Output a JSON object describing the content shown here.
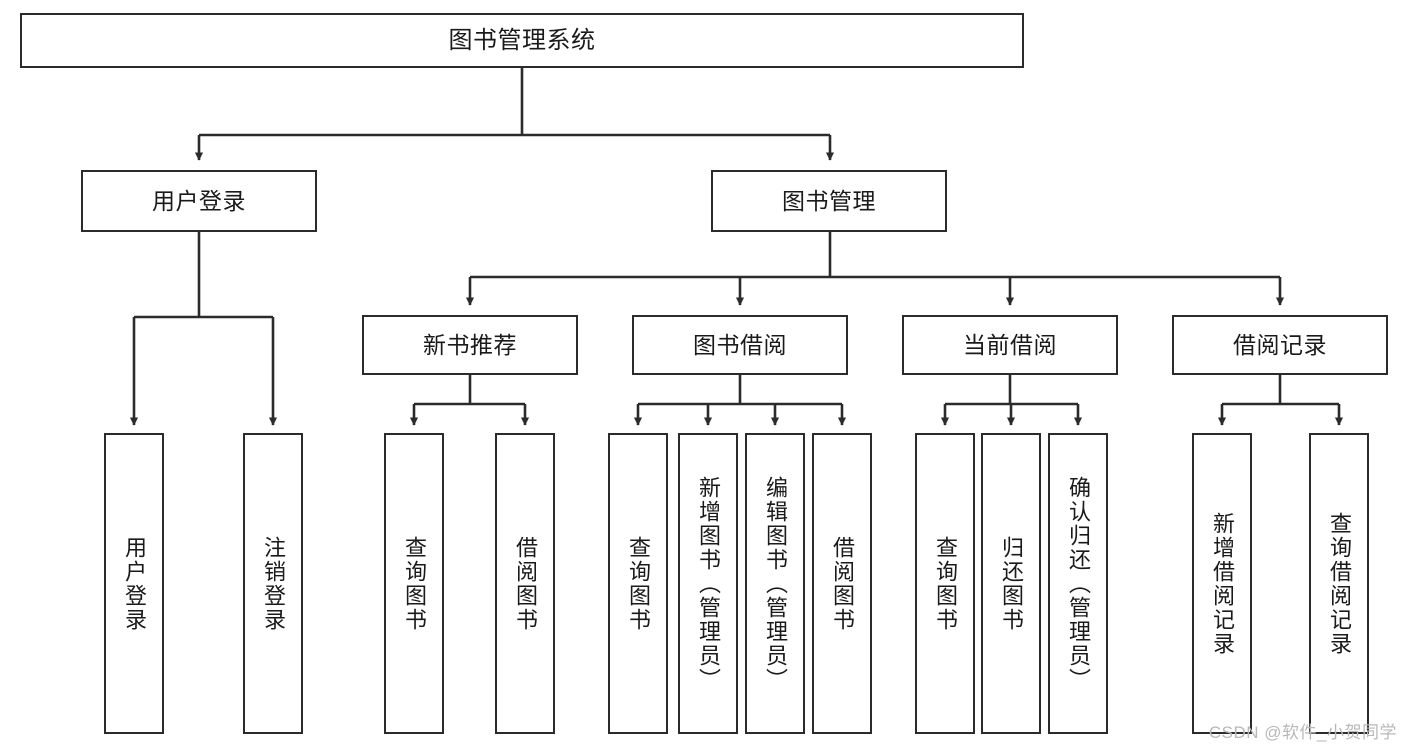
{
  "diagram": {
    "title": "图书管理系统",
    "type": "tree",
    "orientation": "top-down",
    "line_color": "#2b2b2b",
    "box_fill": "#ffffff",
    "text_color": "#1a1a1a"
  },
  "nodes": {
    "root": {
      "label": "图书管理系统"
    },
    "level1": [
      {
        "id": "user-login",
        "label": "用户登录"
      },
      {
        "id": "book-manage",
        "label": "图书管理"
      }
    ],
    "level2": [
      {
        "id": "new-book-recommend",
        "label": "新书推荐"
      },
      {
        "id": "book-borrow",
        "label": "图书借阅"
      },
      {
        "id": "current-borrow",
        "label": "当前借阅"
      },
      {
        "id": "borrow-record",
        "label": "借阅记录"
      }
    ],
    "leaves": {
      "user-login": [
        {
          "id": "leaf-user-login",
          "label": "用户登录"
        },
        {
          "id": "leaf-user-logout",
          "label": "注销登录"
        }
      ],
      "new-book-recommend": [
        {
          "id": "leaf-query-book-1",
          "label": "查询图书"
        },
        {
          "id": "leaf-borrow-book-1",
          "label": "借阅图书"
        }
      ],
      "book-borrow": [
        {
          "id": "leaf-query-book-2",
          "label": "查询图书"
        },
        {
          "id": "leaf-add-book",
          "label": "新增图书（管理员）"
        },
        {
          "id": "leaf-edit-book",
          "label": "编辑图书（管理员）"
        },
        {
          "id": "leaf-borrow-book-2",
          "label": "借阅图书"
        }
      ],
      "current-borrow": [
        {
          "id": "leaf-query-book-3",
          "label": "查询图书"
        },
        {
          "id": "leaf-return-book",
          "label": "归还图书"
        },
        {
          "id": "leaf-confirm-return",
          "label": "确认归还（管理员）"
        }
      ],
      "borrow-record": [
        {
          "id": "leaf-add-record",
          "label": "新增借阅记录"
        },
        {
          "id": "leaf-query-record",
          "label": "查询借阅记录"
        }
      ]
    }
  },
  "watermark": {
    "text": "CSDN @软件_小贺同学"
  }
}
